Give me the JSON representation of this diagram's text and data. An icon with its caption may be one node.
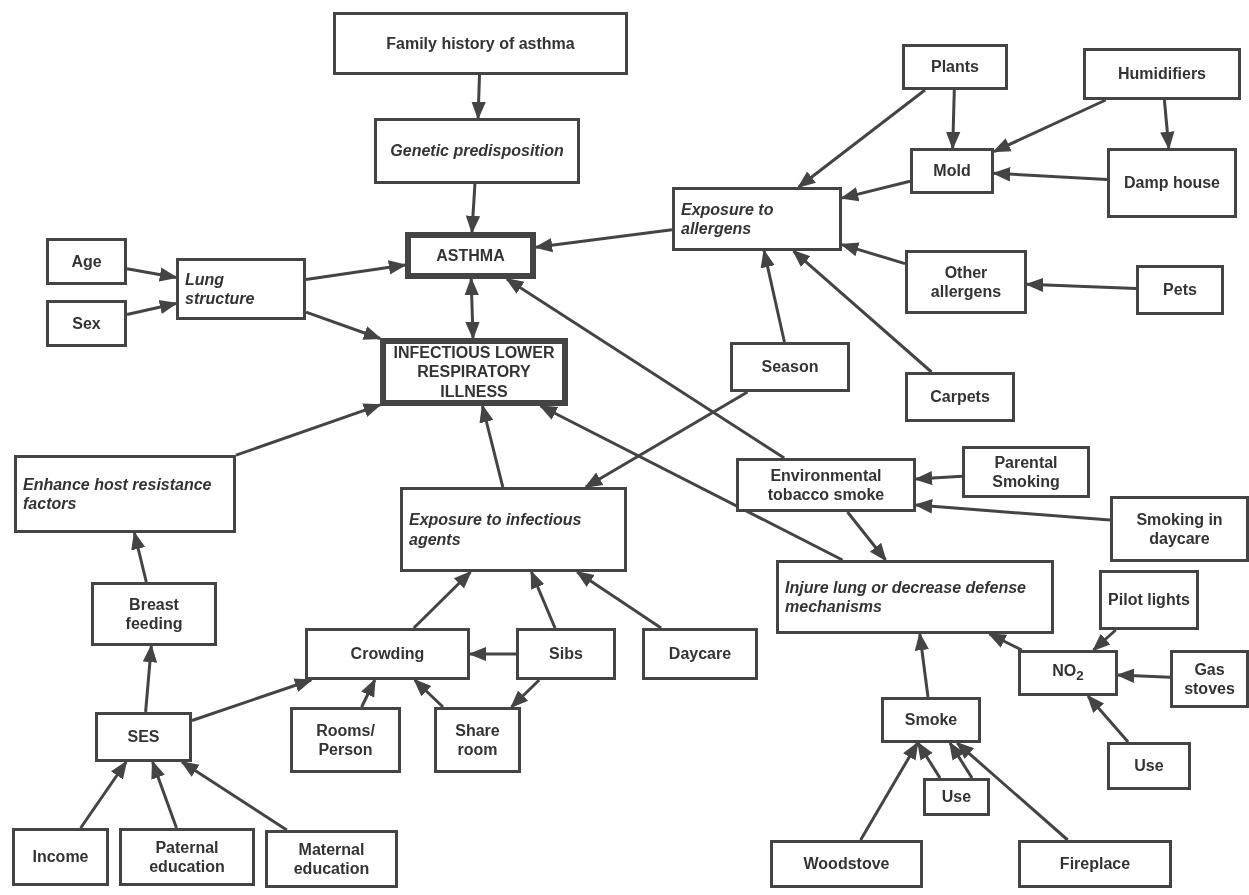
{
  "diagram": {
    "nodes": [
      {
        "text": [
          "Family history of asthma"
        ]
      },
      {
        "text": [
          "Plants"
        ]
      },
      {
        "text": [
          "Humidifiers"
        ]
      },
      {
        "text": [
          "Genetic predisposition"
        ]
      },
      {
        "text": [
          "Mold"
        ]
      },
      {
        "text": [
          "Damp house"
        ]
      },
      {
        "text": [
          "Exposure to allergens"
        ]
      },
      {
        "text": [
          "Age"
        ]
      },
      {
        "text": [
          "Lung structure"
        ]
      },
      {
        "text": [
          "ASTHMA"
        ]
      },
      {
        "text": [
          "Other allergens"
        ]
      },
      {
        "text": [
          "Pets"
        ]
      },
      {
        "text": [
          "Sex"
        ]
      },
      {
        "text": [
          "INFECTIOUS LOWER RESPIRATORY ILLNESS"
        ]
      },
      {
        "text": [
          "Season"
        ]
      },
      {
        "text": [
          "Carpets"
        ]
      },
      {
        "text": [
          "Enhance host resistance factors"
        ]
      },
      {
        "text": [
          "Environmental tobacco smoke"
        ]
      },
      {
        "text": [
          "Parental Smoking"
        ]
      },
      {
        "text": [
          "Exposure to infectious agents"
        ]
      },
      {
        "text": [
          "Smoking in daycare"
        ]
      },
      {
        "text": [
          "Injure lung or decrease defense mechanisms"
        ]
      },
      {
        "text": [
          "Breast feeding"
        ]
      },
      {
        "text": [
          "Crowding"
        ]
      },
      {
        "text": [
          "Sibs"
        ]
      },
      {
        "text": [
          "Daycare"
        ]
      },
      {
        "text": [
          "Pilot lights"
        ]
      },
      {
        "text": [
          "NO$_{2}$"
        ]
      },
      {
        "text": [
          "Gas stoves"
        ]
      },
      {
        "text": [
          "SES"
        ]
      },
      {
        "text": [
          "Rooms/ Person"
        ]
      },
      {
        "text": [
          "Share room"
        ]
      },
      {
        "text": [
          "Smoke"
        ]
      },
      {
        "text": [
          "Use"
        ]
      },
      {
        "text": [
          "Income"
        ]
      },
      {
        "text": [
          "Paternal education"
        ]
      },
      {
        "text": [
          "Maternal education"
        ]
      },
      {
        "text": [
          "Use"
        ]
      },
      {
        "text": [
          "Woodstove"
        ]
      },
      {
        "text": [
          "Fireplace"
        ]
      }
    ],
    "edges": [
      {
        "from": 0,
        "to": 3,
        "arrow": "to"
      },
      {
        "from": 3,
        "to": 9,
        "arrow": "to"
      },
      {
        "from": 8,
        "to": 9,
        "arrow": "to"
      },
      {
        "from": 6,
        "to": 9,
        "arrow": "to"
      },
      {
        "from": 17,
        "to": 9,
        "arrow": "to"
      },
      {
        "from": 9,
        "to": 13,
        "arrow": "both"
      },
      {
        "from": 8,
        "to": 13,
        "arrow": "to"
      },
      {
        "from": 16,
        "to": 13,
        "arrow": "to"
      },
      {
        "from": 19,
        "to": 13,
        "arrow": "to"
      },
      {
        "from": 21,
        "to": 13,
        "arrow": "to"
      },
      {
        "from": 1,
        "to": 6,
        "arrow": "to"
      },
      {
        "from": 1,
        "to": 4,
        "arrow": "to"
      },
      {
        "from": 2,
        "to": 4,
        "arrow": "to"
      },
      {
        "from": 2,
        "to": 5,
        "arrow": "to"
      },
      {
        "from": 5,
        "to": 4,
        "arrow": "to"
      },
      {
        "from": 4,
        "to": 6,
        "arrow": "to"
      },
      {
        "from": 10,
        "to": 6,
        "arrow": "to"
      },
      {
        "from": 11,
        "to": 10,
        "arrow": "to"
      },
      {
        "from": 15,
        "to": 6,
        "arrow": "to"
      },
      {
        "from": 14,
        "to": 6,
        "arrow": "to"
      },
      {
        "from": 14,
        "to": 19,
        "arrow": "to"
      },
      {
        "from": 7,
        "to": 8,
        "arrow": "to"
      },
      {
        "from": 12,
        "to": 8,
        "arrow": "to"
      },
      {
        "from": 18,
        "to": 17,
        "arrow": "to"
      },
      {
        "from": 20,
        "to": 17,
        "arrow": "to"
      },
      {
        "from": 17,
        "to": 21,
        "arrow": "to"
      },
      {
        "from": 27,
        "to": 21,
        "arrow": "to"
      },
      {
        "from": 26,
        "to": 27,
        "arrow": "to"
      },
      {
        "from": 28,
        "to": 27,
        "arrow": "to"
      },
      {
        "from": 33,
        "to": 27,
        "arrow": "to"
      },
      {
        "from": 32,
        "to": 21,
        "arrow": "to"
      },
      {
        "from": 38,
        "to": 32,
        "arrow": "to"
      },
      {
        "from": 39,
        "to": 32,
        "arrow": "to"
      },
      {
        "from": 37,
        "to": 32,
        "arrow": "to"
      },
      {
        "from": 37,
        "to": 32,
        "arrow": "to"
      },
      {
        "from": 25,
        "to": 19,
        "arrow": "to"
      },
      {
        "from": 24,
        "to": 19,
        "arrow": "to"
      },
      {
        "from": 24,
        "to": 23,
        "arrow": "to"
      },
      {
        "from": 24,
        "to": 31,
        "arrow": "to"
      },
      {
        "from": 23,
        "to": 19,
        "arrow": "to"
      },
      {
        "from": 30,
        "to": 23,
        "arrow": "to"
      },
      {
        "from": 31,
        "to": 23,
        "arrow": "to"
      },
      {
        "from": 29,
        "to": 23,
        "arrow": "to"
      },
      {
        "from": 29,
        "to": 22,
        "arrow": "to"
      },
      {
        "from": 22,
        "to": 16,
        "arrow": "to"
      },
      {
        "from": 34,
        "to": 29,
        "arrow": "to"
      },
      {
        "from": 35,
        "to": 29,
        "arrow": "to"
      },
      {
        "from": 36,
        "to": 29,
        "arrow": "to"
      }
    ]
  }
}
